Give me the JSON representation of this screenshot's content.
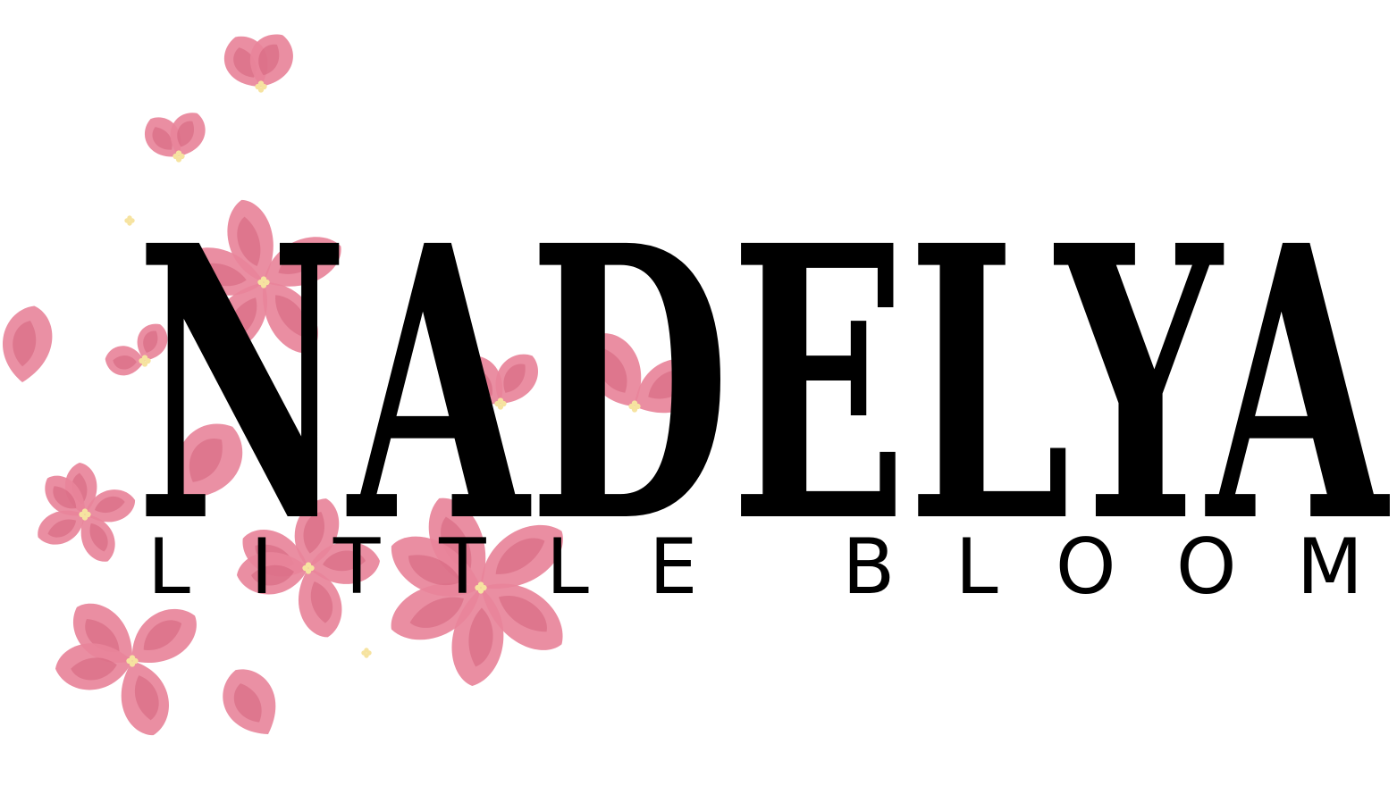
{
  "logo": {
    "brand_name": "NADELYA",
    "tagline": "LITTLE BLOOM",
    "petal_color": "#e8849a",
    "petal_shade": "#d4627c",
    "stamen_color": "#f6e3a0",
    "text_color": "#000000",
    "background": "#ffffff",
    "decoration": "pink-blossom-petals"
  }
}
